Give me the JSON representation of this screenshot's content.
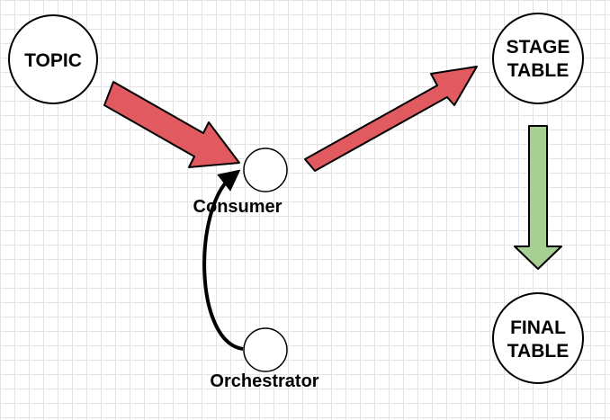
{
  "nodes": {
    "topic": {
      "label": "TOPIC"
    },
    "stage_table": {
      "line1": "STAGE",
      "line2": "TABLE"
    },
    "final_table": {
      "line1": "FINAL",
      "line2": "TABLE"
    },
    "consumer": {
      "label": "Consumer"
    },
    "orchestrator": {
      "label": "Orchestrator"
    }
  },
  "colors": {
    "red_arrow_fill": "#e05a5f",
    "green_arrow_fill": "#a5cf93",
    "stroke": "#000000",
    "node_fill": "#ffffff"
  }
}
